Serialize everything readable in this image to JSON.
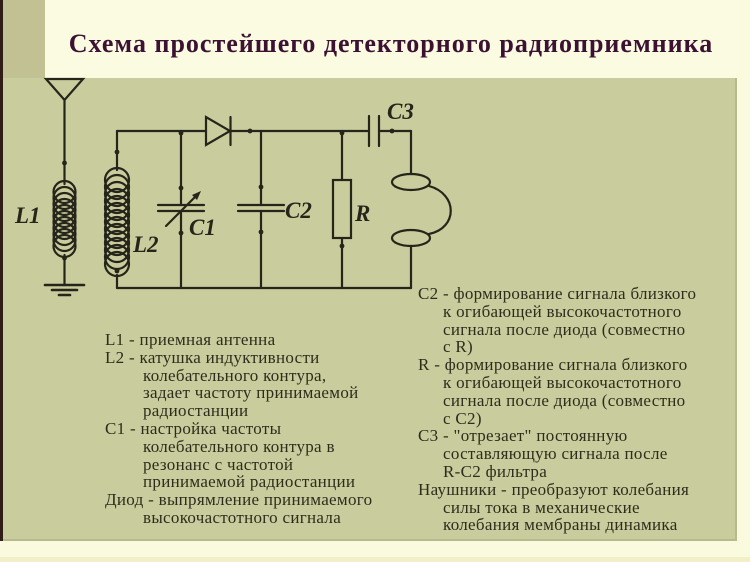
{
  "title": "Схема простейшего детекторного радиоприемника",
  "colors": {
    "panel_background": "#c9cc9d",
    "page_background": "#fafadf",
    "title_background": "#fbfbe2",
    "title_text": "#3c1233",
    "diagram_ink": "#25251a",
    "left_strip": "#301d18"
  },
  "circuit": {
    "labels": {
      "l1": "L1",
      "l2": "L2",
      "c1": "C1",
      "c2": "C2",
      "r": "R",
      "c3": "C3"
    }
  },
  "legend_left": {
    "lines": [
      "L1 - приемная антенна",
      "L2 - катушка индуктивности",
      "колебательного контура,",
      "задает частоту принимаемой",
      "радиостанции",
      "C1 - настройка частоты",
      "колебательного контура в",
      "резонанс с частотой",
      "принимаемой радиостанции",
      "Диод - выпрямление принимаемого",
      "высокочастотного сигнала"
    ]
  },
  "legend_right": {
    "lines": [
      "C2 - формирование сигнала близкого",
      "к огибающей высокочастотного",
      "сигнала после диода (совместно",
      "с R)",
      "R - формирование сигнала близкого",
      "к огибающей высокочастотного",
      "сигнала после диода (совместно",
      "с C2)",
      "C3 - \"отрезает\" постоянную",
      "составляющую сигнала после",
      "R-C2 фильтра",
      "Наушники - преобразуют колебания",
      "силы тока в механические",
      "колебания мембраны динамика"
    ]
  }
}
